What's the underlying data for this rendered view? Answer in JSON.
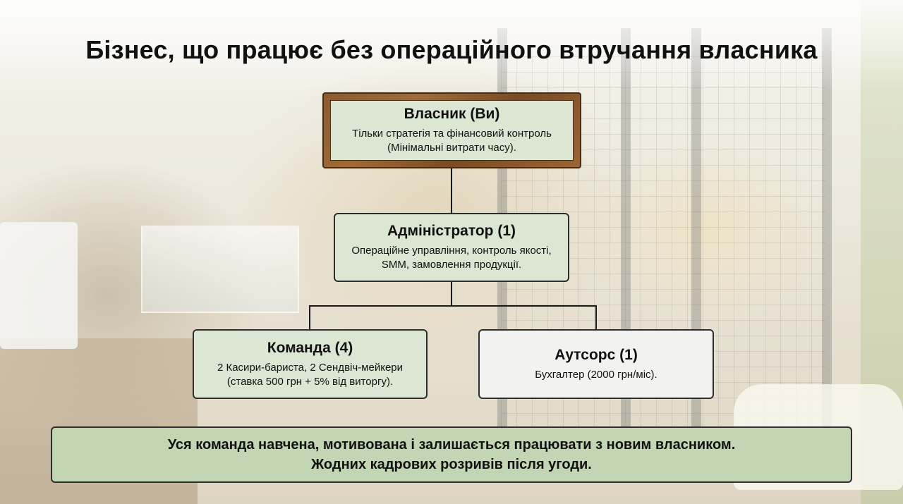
{
  "title": "Бізнес, що працює без операційного втручання власника",
  "org_chart": {
    "owner": {
      "title": "Власник (Ви)",
      "description": "Тільки стратегія та фінансовий контроль (Мінімальні витрати часу)."
    },
    "administrator": {
      "title": "Адміністратор (1)",
      "description": "Операційне управління, контроль якості, SMM, замовлення продукції."
    },
    "team": {
      "title": "Команда (4)",
      "description": "2 Касири-бариста, 2 Сендвіч-мейкери (ставка 500 грн + 5% від виторгу)."
    },
    "outsource": {
      "title": "Аутсорс (1)",
      "description": "Бухгалтер (2000 грн/міс)."
    }
  },
  "footer": {
    "line1": "Уся команда навчена, мотивована і залишається працювати з новим власником.",
    "line2": "Жодних кадрових розривів після угоди."
  },
  "colors": {
    "node_fill": "#dbe6d3",
    "outsource_fill": "#f2f2f0",
    "footer_fill": "#c3d6b3",
    "frame_wood": "#8c5a2e"
  }
}
